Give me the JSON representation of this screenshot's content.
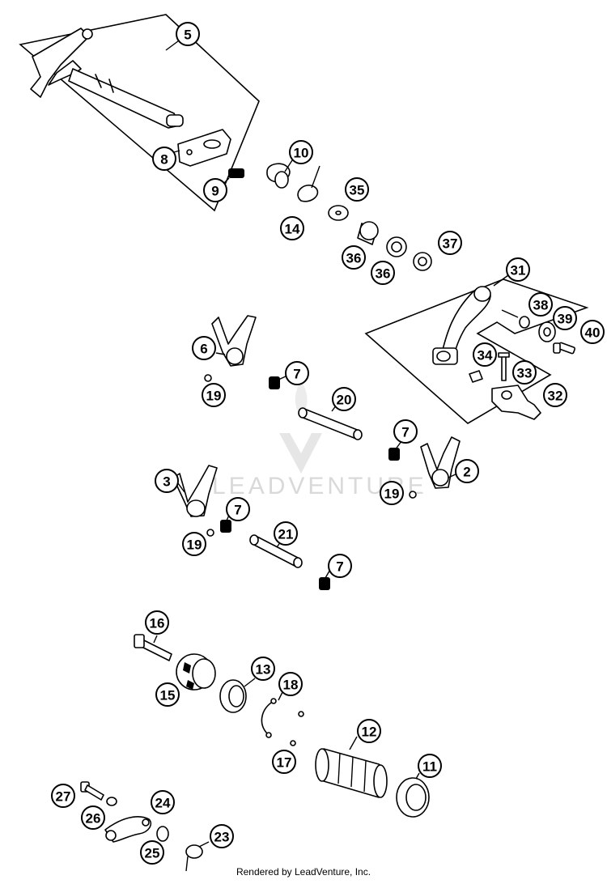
{
  "watermark": {
    "text": "LEADVENTURE"
  },
  "footer": {
    "text": "Rendered by LeadVenture, Inc."
  },
  "callouts": [
    {
      "id": "c5",
      "label": "5"
    },
    {
      "id": "c8",
      "label": "8"
    },
    {
      "id": "c9",
      "label": "9"
    },
    {
      "id": "c10",
      "label": "10"
    },
    {
      "id": "c14",
      "label": "14"
    },
    {
      "id": "c35",
      "label": "35"
    },
    {
      "id": "c36a",
      "label": "36"
    },
    {
      "id": "c36b",
      "label": "36"
    },
    {
      "id": "c37",
      "label": "37"
    },
    {
      "id": "c31",
      "label": "31"
    },
    {
      "id": "c38",
      "label": "38"
    },
    {
      "id": "c39",
      "label": "39"
    },
    {
      "id": "c40",
      "label": "40"
    },
    {
      "id": "c34",
      "label": "34"
    },
    {
      "id": "c33",
      "label": "33"
    },
    {
      "id": "c32",
      "label": "32"
    },
    {
      "id": "c6",
      "label": "6"
    },
    {
      "id": "c7a",
      "label": "7"
    },
    {
      "id": "c19a",
      "label": "19"
    },
    {
      "id": "c20",
      "label": "20"
    },
    {
      "id": "c7b",
      "label": "7"
    },
    {
      "id": "c2",
      "label": "2"
    },
    {
      "id": "c19b",
      "label": "19"
    },
    {
      "id": "c3",
      "label": "3"
    },
    {
      "id": "c7c",
      "label": "7"
    },
    {
      "id": "c19c",
      "label": "19"
    },
    {
      "id": "c21",
      "label": "21"
    },
    {
      "id": "c7d",
      "label": "7"
    },
    {
      "id": "c16",
      "label": "16"
    },
    {
      "id": "c13",
      "label": "13"
    },
    {
      "id": "c18",
      "label": "18"
    },
    {
      "id": "c15",
      "label": "15"
    },
    {
      "id": "c12",
      "label": "12"
    },
    {
      "id": "c17",
      "label": "17"
    },
    {
      "id": "c11",
      "label": "11"
    },
    {
      "id": "c27",
      "label": "27"
    },
    {
      "id": "c24",
      "label": "24"
    },
    {
      "id": "c26",
      "label": "26"
    },
    {
      "id": "c23",
      "label": "23"
    },
    {
      "id": "c25",
      "label": "25"
    }
  ]
}
